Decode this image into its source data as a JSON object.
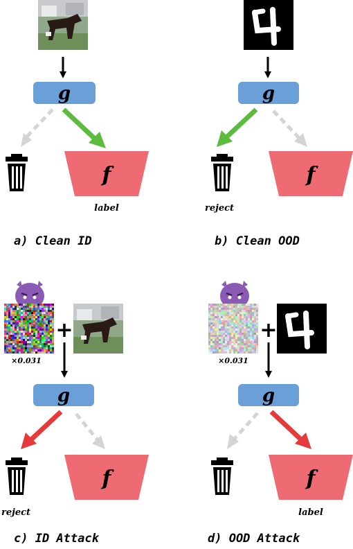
{
  "colors": {
    "g_box": "#6a9fd8",
    "f_trap": "#ef6b74",
    "green_arrow": "#5dbb3f",
    "red_arrow": "#e63a3a",
    "gray_arrow": "#d4d4d4",
    "black": "#000000",
    "devil": "#8a5bb5"
  },
  "icons": {
    "trash": "trash-icon",
    "devil": "devil-icon",
    "plus": "plus-icon"
  },
  "panels": [
    {
      "id": "a",
      "caption": "a)  Clean  ID",
      "g_label": "g",
      "f_label": "f",
      "outcome_text": "label",
      "outcome_side": "f",
      "input": "horse-image",
      "attack": false
    },
    {
      "id": "b",
      "caption": "b)  Clean  OOD",
      "g_label": "g",
      "f_label": "f",
      "outcome_text": "reject",
      "outcome_side": "trash",
      "input": "digit-image",
      "attack": false
    },
    {
      "id": "c",
      "caption": "c)  ID  Attack",
      "g_label": "g",
      "f_label": "f",
      "outcome_text": "reject",
      "outcome_side": "trash",
      "input": "horse-image",
      "attack": true,
      "noise_scale": "×0.031",
      "plus": "+"
    },
    {
      "id": "d",
      "caption": "d)  OOD  Attack",
      "g_label": "g",
      "f_label": "f",
      "outcome_text": "label",
      "outcome_side": "f",
      "input": "digit-image",
      "attack": true,
      "noise_scale": "×0.031",
      "plus": "+"
    }
  ]
}
